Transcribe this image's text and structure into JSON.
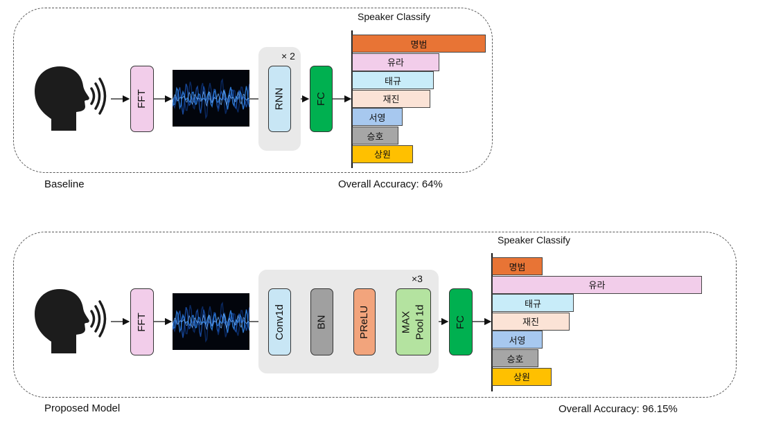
{
  "baseline": {
    "caption": "Baseline",
    "accuracy": "Overall Accuracy: 64%",
    "classify_title": "Speaker Classify",
    "fft_label": "FFT",
    "rnn_label": "RNN",
    "repeat_label": "× 2",
    "fc_label": "FC",
    "bars": [
      {
        "label": "명범",
        "value": 1.0,
        "color": "#e87435"
      },
      {
        "label": "유라",
        "value": 0.655,
        "color": "#f2cdea"
      },
      {
        "label": "태규",
        "value": 0.612,
        "color": "#c8ecf9"
      },
      {
        "label": "재진",
        "value": 0.583,
        "color": "#fbe3d6"
      },
      {
        "label": "서영",
        "value": 0.378,
        "color": "#a7c8ef"
      },
      {
        "label": "승호",
        "value": 0.345,
        "color": "#a6a6a6"
      },
      {
        "label": "상원",
        "value": 0.456,
        "color": "#ffc000"
      }
    ]
  },
  "proposed": {
    "caption": "Proposed Model",
    "accuracy": "Overall Accuracy: 96.15%",
    "classify_title": "Speaker Classify",
    "fft_label": "FFT",
    "conv_label": "Conv1d",
    "bn_label": "BN",
    "prelu_label": "PReLU",
    "maxpool_label_1": "MAX",
    "maxpool_label_2": "Pool 1d",
    "repeat_label": "×3",
    "fc_label": "FC",
    "bars": [
      {
        "label": "명범",
        "value": 0.24,
        "color": "#e87435"
      },
      {
        "label": "유라",
        "value": 1.0,
        "color": "#f2cdea"
      },
      {
        "label": "태규",
        "value": 0.39,
        "color": "#c8ecf9"
      },
      {
        "label": "재진",
        "value": 0.37,
        "color": "#fbe3d6"
      },
      {
        "label": "서영",
        "value": 0.24,
        "color": "#a7c8ef"
      },
      {
        "label": "승호",
        "value": 0.22,
        "color": "#a6a6a6"
      },
      {
        "label": "상원",
        "value": 0.285,
        "color": "#ffc000"
      }
    ]
  },
  "colors": {
    "fft": "#f2cdea",
    "rnn": "#c8e6f5",
    "conv": "#c8e6f5",
    "bn": "#a0a0a0",
    "prelu": "#f2a47c",
    "maxpool": "#b4e3a0",
    "fc": "#00b050"
  }
}
